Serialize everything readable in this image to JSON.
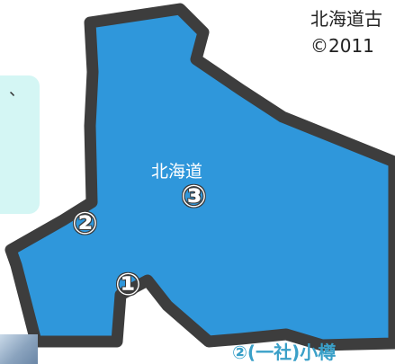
{
  "map": {
    "region_label": "北海道",
    "markers": [
      "③",
      "②",
      "①"
    ],
    "land_color": "#2f97db",
    "outline_color": "#3d3d3d"
  },
  "credit": {
    "line1": "北海道古",
    "line2": "©2011"
  },
  "callout": {
    "text": "、",
    "color": "#d4f6f4"
  },
  "bottom": {
    "title": "②(一社)小樽"
  }
}
